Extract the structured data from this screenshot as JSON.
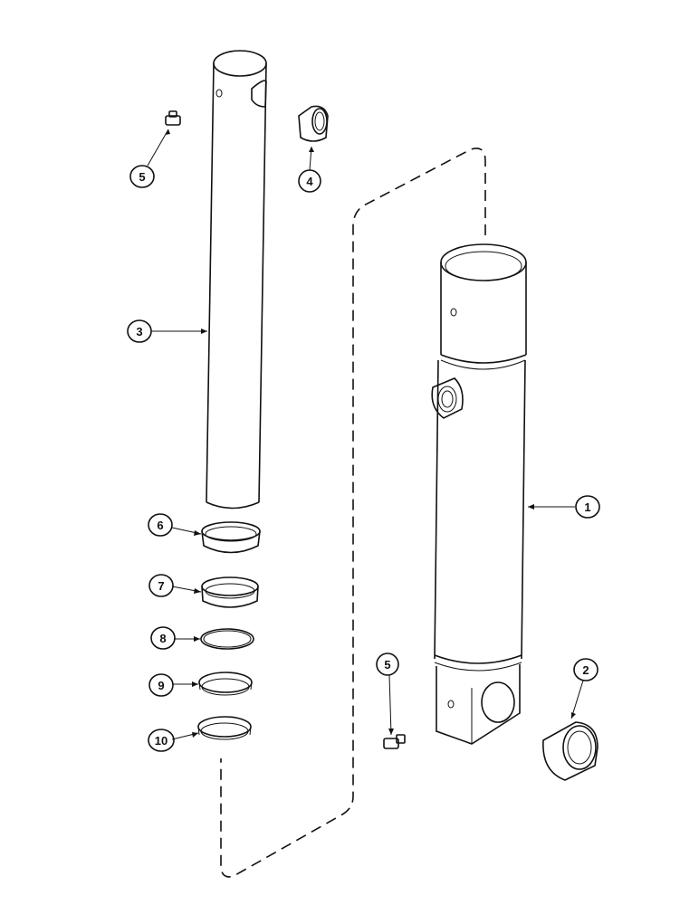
{
  "diagram": {
    "callouts": [
      {
        "id": "c1",
        "label": "1"
      },
      {
        "id": "c2",
        "label": "2"
      },
      {
        "id": "c3",
        "label": "3"
      },
      {
        "id": "c4",
        "label": "4"
      },
      {
        "id": "c5a",
        "label": "5"
      },
      {
        "id": "c5b",
        "label": "5"
      },
      {
        "id": "c6",
        "label": "6"
      },
      {
        "id": "c7",
        "label": "7"
      },
      {
        "id": "c8",
        "label": "8"
      },
      {
        "id": "c9",
        "label": "9"
      },
      {
        "id": "c10",
        "label": "10"
      }
    ]
  }
}
